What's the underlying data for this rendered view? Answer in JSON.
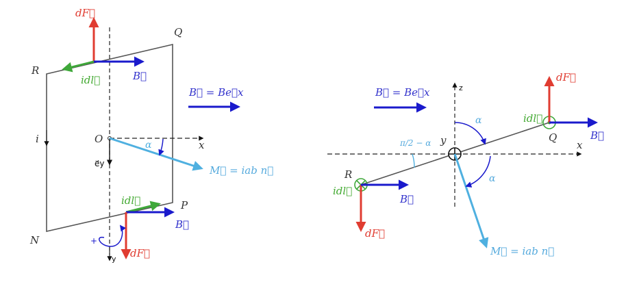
{
  "colors": {
    "force": "#e03c31",
    "field": "#1a1acc",
    "moment": "#4fb0e0",
    "current": "#3fa83a",
    "frame": "#555555",
    "axis": "#111111"
  },
  "left_figure": {
    "points": {
      "Q": "Q",
      "R": "R",
      "N": "N",
      "P": "P",
      "O": "O"
    },
    "current_label": "i",
    "axis_x": "x",
    "axis_y": "y",
    "unit_vector": "e⃗y",
    "sign_plus": "+",
    "angle": "α",
    "top_force": "dF⃗",
    "top_element": "idl⃗",
    "top_field": "B⃗",
    "field_eq": "B⃗ = Be⃗x",
    "moment_eq": "M⃗ = iab n⃗",
    "bottom_element": "idl⃗",
    "bottom_field": "B⃗",
    "bottom_force": "dF⃗"
  },
  "right_figure": {
    "field_eq": "B⃗ = Be⃗x",
    "axis_z": "z",
    "axis_x": "x",
    "axis_y": "y",
    "angle_top": "α",
    "angle_bottom": "α",
    "complement_angle": "π/2 − α",
    "point_Q": "Q",
    "point_R": "R",
    "q_element": "idl⃗",
    "q_force": "dF⃗",
    "q_field": "B⃗",
    "r_element": "idl⃗",
    "r_force": "dF⃗",
    "r_field": "B⃗",
    "moment_eq": "M⃗ = iab n⃗"
  }
}
